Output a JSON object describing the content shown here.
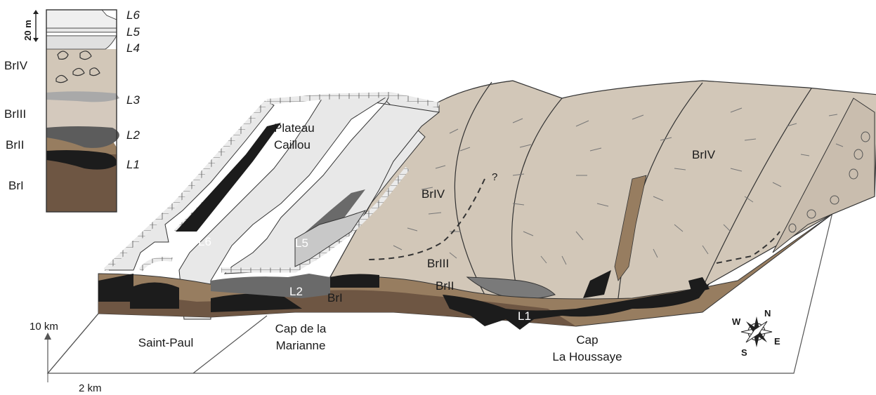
{
  "colors": {
    "brI": "#6e5643",
    "brII": "#977d60",
    "brIII": "#d4c9bd",
    "brIV": "#d2c7b8",
    "dark_layer": "#1c1c1c",
    "grey_layer": "#6a6a6a",
    "light_layer": "#e8e8e8",
    "outline": "#333333"
  },
  "column": {
    "scale_label": "20 m",
    "layers": [
      {
        "key": "L6",
        "label": "L6"
      },
      {
        "key": "L5",
        "label": "L5"
      },
      {
        "key": "L4",
        "label": "L4"
      },
      {
        "key": "L3",
        "label": "L3"
      },
      {
        "key": "L2",
        "label": "L2"
      },
      {
        "key": "L1",
        "label": "L1"
      }
    ],
    "units": [
      {
        "key": "BrIV",
        "label": "BrIV"
      },
      {
        "key": "BrIII",
        "label": "BrIII"
      },
      {
        "key": "BrII",
        "label": "BrII"
      },
      {
        "key": "BrI",
        "label": "BrI"
      }
    ]
  },
  "block": {
    "labels": {
      "plateau": "Plateau\nCaillou",
      "l6": "L6",
      "l5": "L5",
      "l2": "L2",
      "l1": "L1",
      "bri": "BrI",
      "brii": "BrII",
      "briii": "BrIII",
      "briv_center": "BrIV",
      "briv_right": "BrIV",
      "question": "?"
    },
    "places": [
      {
        "key": "saint_paul",
        "text": "Saint-Paul"
      },
      {
        "key": "cap_marianne",
        "text": "Cap de la\nMarianne"
      },
      {
        "key": "cap_houssaye",
        "text": "Cap\nLa Houssaye"
      }
    ]
  },
  "scale": {
    "vertical": "10 km",
    "horizontal": "2 km"
  },
  "compass": {
    "n": "N",
    "s": "S",
    "e": "E",
    "w": "W"
  }
}
